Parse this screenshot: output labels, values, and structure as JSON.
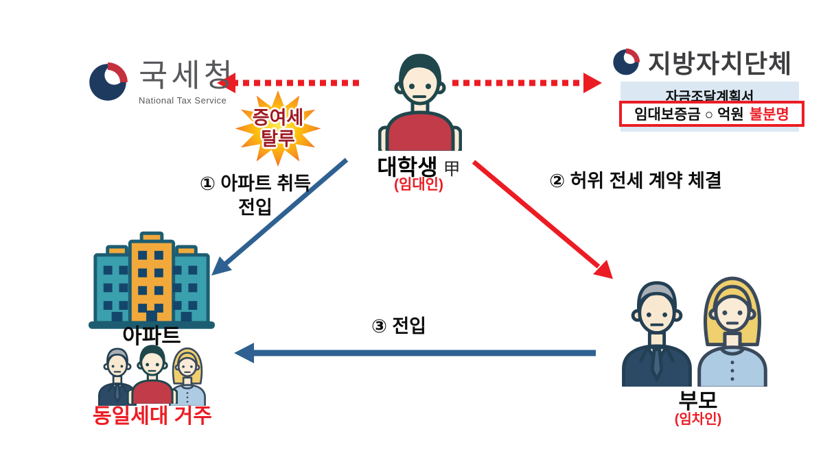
{
  "colors": {
    "arrow_red": "#EC1C24",
    "arrow_blue": "#2E6191",
    "emblem_navy": "#1E3A5F",
    "emblem_red": "#C5303E",
    "funding_box_bg": "#DBE8F4",
    "burst_text": "#9E1A23"
  },
  "nts": {
    "name": "국세청",
    "subtitle": "National Tax Service"
  },
  "localgov": {
    "name": "지방자치단체"
  },
  "funding_plan": {
    "title": "자금조달계획서",
    "deposit_label": "임대보증금 ○ 억원",
    "status": "불분명"
  },
  "burst": {
    "line1": "증여세",
    "line2": "탈루"
  },
  "student": {
    "name": "대학생",
    "suffix": "甲",
    "role": "(임대인)"
  },
  "parents_label": {
    "name": "부모",
    "role": "(임차인)"
  },
  "apartment": {
    "label": "아파트"
  },
  "household": {
    "label": "동일세대 거주"
  },
  "steps": {
    "s1_line1": "① 아파트 취득",
    "s1_line2": "전입",
    "s2": "② 허위 전세 계약 체결",
    "s3": "③ 전입"
  }
}
